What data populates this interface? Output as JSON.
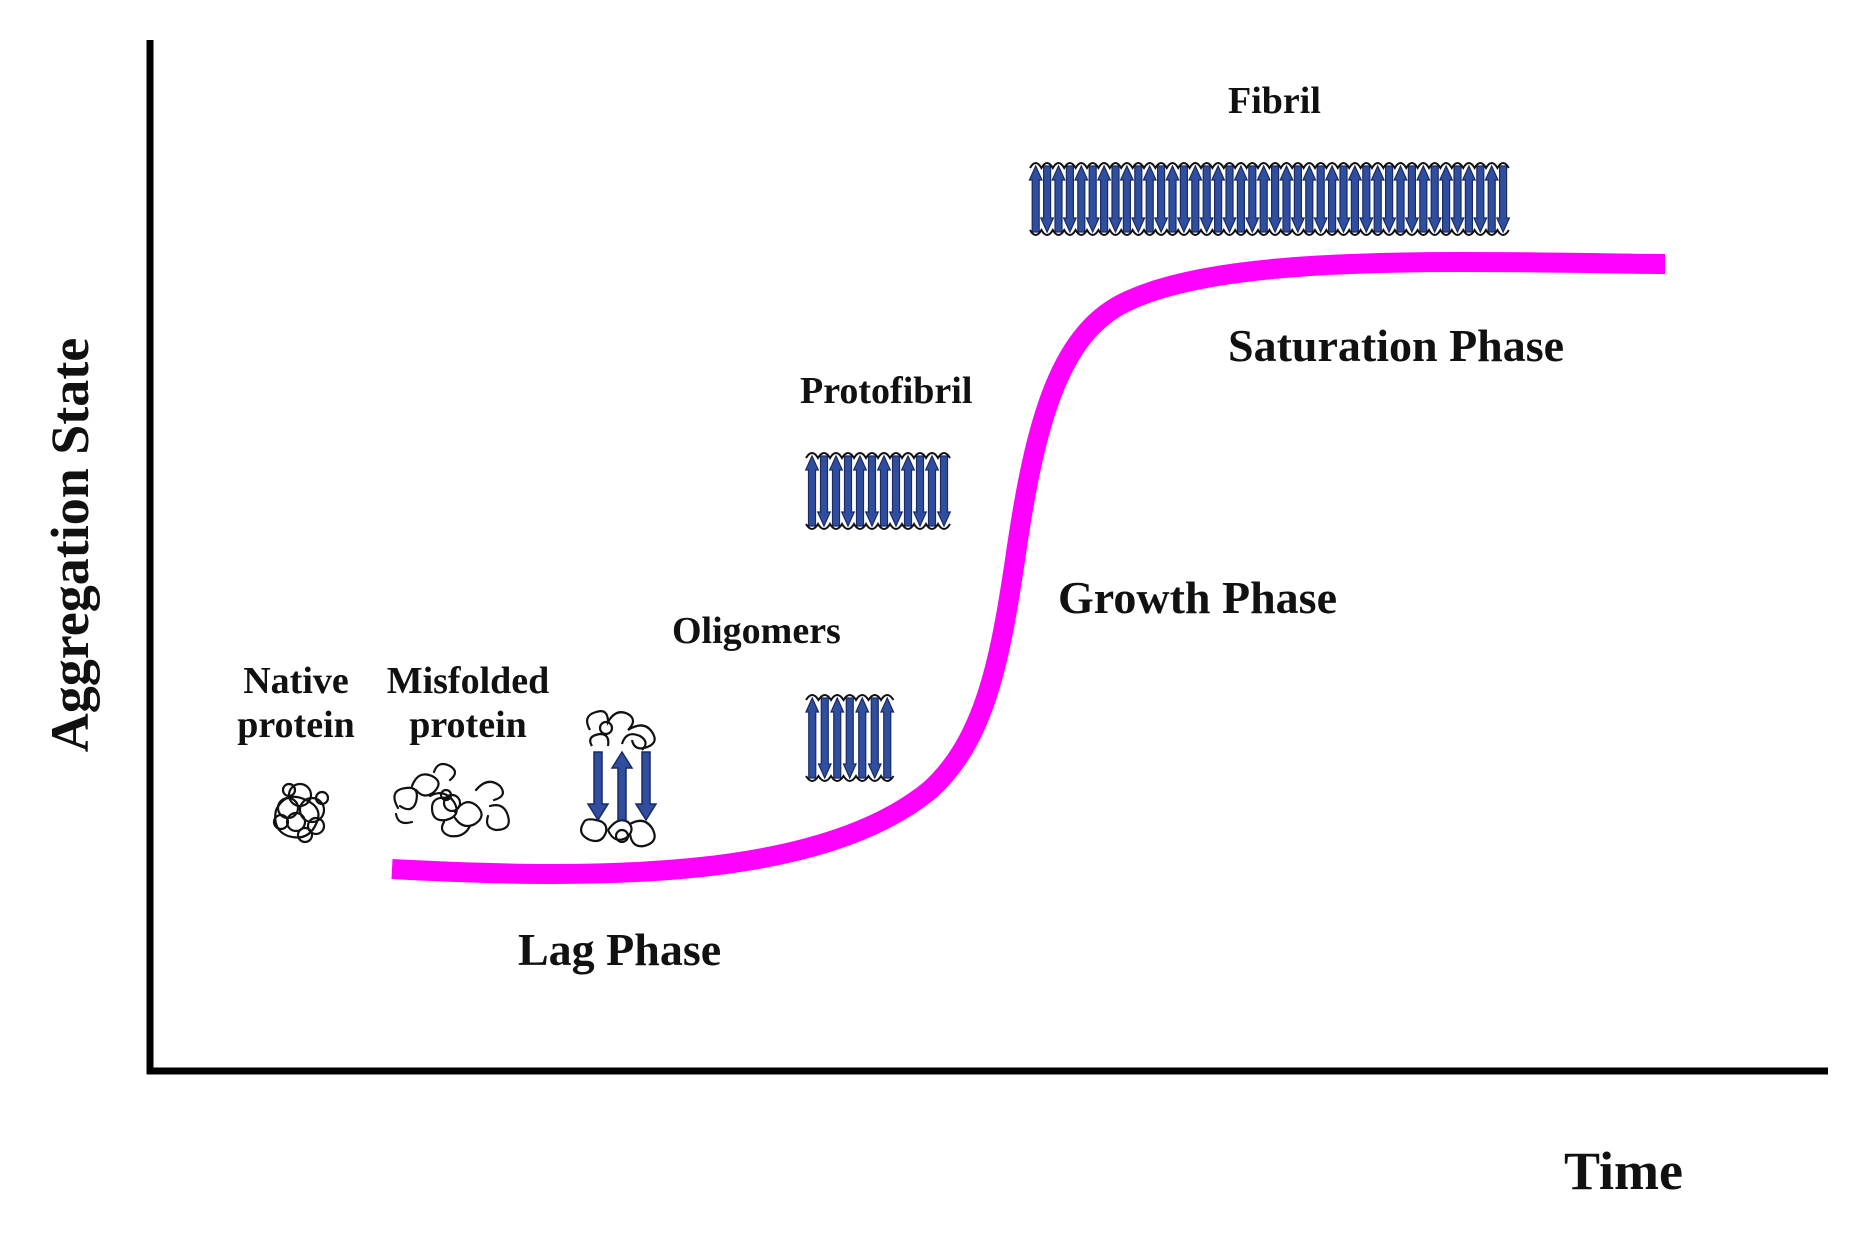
{
  "axes": {
    "y_label": "Aggregation State",
    "x_label": "Time"
  },
  "colors": {
    "curve": "#ff00ff",
    "strand": "#2f4f9e",
    "strand_edge": "#1a2a66",
    "coil": "#111111",
    "axis": "#000000"
  },
  "curve": {
    "shape": "sigmoid"
  },
  "phases": {
    "lag": "Lag Phase",
    "growth": "Growth Phase",
    "saturation": "Saturation Phase"
  },
  "species": {
    "native_line1": "Native",
    "native_line2": "protein",
    "misfolded_line1": "Misfolded",
    "misfolded_line2": "protein",
    "oligomers": "Oligomers",
    "protofibril": "Protofibril",
    "fibril": "Fibril"
  },
  "icons": {
    "native": "globular-protein-icon",
    "misfolded": "random-coil-icon",
    "nucleus": "beta-hairpin-nucleus-icon",
    "oligomer": "beta-sheet-oligomer-icon",
    "protofibril": "beta-sheet-protofibril-icon",
    "fibril": "beta-sheet-fibril-icon"
  }
}
